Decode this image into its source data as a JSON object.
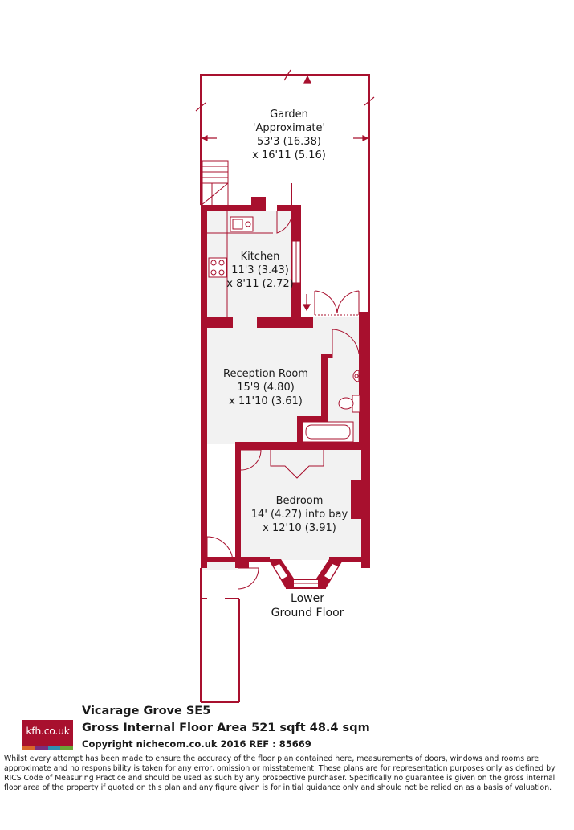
{
  "rooms": {
    "garden": {
      "name": "Garden",
      "note": "'Approximate'",
      "dim1": "53'3 (16.38)",
      "dim2": "x 16'11 (5.16)"
    },
    "kitchen": {
      "name": "Kitchen",
      "dim1": "11'3 (3.43)",
      "dim2": "x 8'11 (2.72)"
    },
    "reception": {
      "name": "Reception Room",
      "dim1": "15'9 (4.80)",
      "dim2": "x 11'10 (3.61)"
    },
    "bedroom": {
      "name": "Bedroom",
      "dim1": "14' (4.27) into bay",
      "dim2": "x 12'10 (3.91)"
    }
  },
  "floor": {
    "line1": "Lower",
    "line2": "Ground Floor"
  },
  "brand": {
    "logo_text": "kfh.co.uk",
    "logo_bg": "#a8102e",
    "strip_colors": [
      "#d8662b",
      "#7a2e7e",
      "#2f8fb0",
      "#6aa436"
    ]
  },
  "footer": {
    "address": "Vicarage Grove  SE5",
    "area": "Gross Internal Floor Area 521 sqft 48.4 sqm",
    "copyright": "Copyright nichecom.co.uk 2016 REF : 85669",
    "disclaimer": "Whilst every attempt has been made to ensure the accuracy of the floor plan contained here, measurements of doors, windows and rooms are approximate and no responsibility is taken for any error, omission or misstatement.  These plans are for representation purposes only as defined by RICS Code of Measuring Practice and should be used as such by any prospective purchaser.  Specifically no guarantee is given on the gross internal floor area of the property if quoted on this plan and any figure given is for initial guidance only and should not be relied on as a basis of valuation."
  },
  "colors": {
    "wall": "#a8102e",
    "floor_fill": "#f2f2f2",
    "line": "#a8102e"
  }
}
